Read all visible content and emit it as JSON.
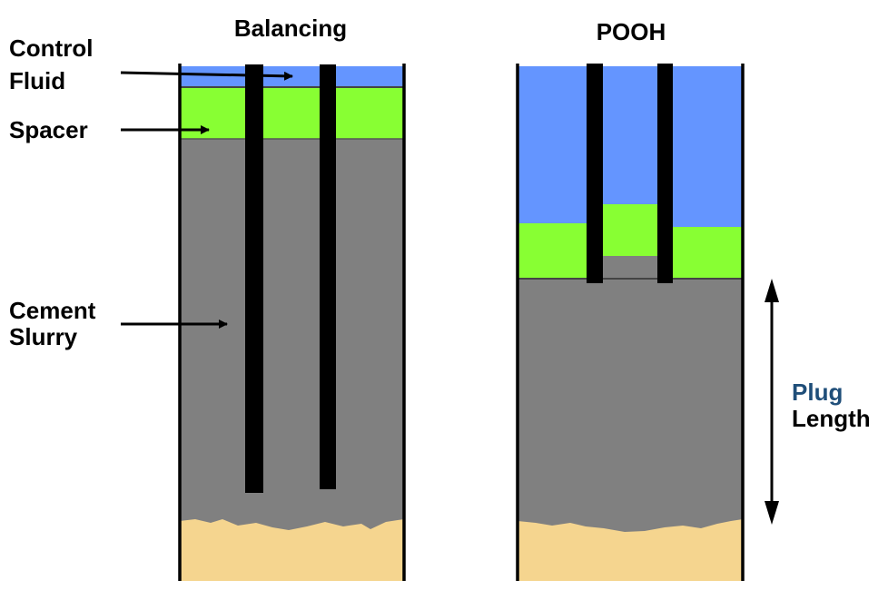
{
  "titles": {
    "balancing": "Balancing",
    "pooh": "POOH"
  },
  "labels": {
    "control_fluid_line1": "Control",
    "control_fluid_line2": "Fluid",
    "spacer": "Spacer",
    "cement_line1": "Cement",
    "cement_line2": "Slurry",
    "plug_line1": "Plug",
    "plug_line2": "Length"
  },
  "colors": {
    "control_fluid": "#6495FF",
    "spacer": "#88FF33",
    "cement": "#808080",
    "formation": "#F5D58F",
    "pipe": "#000000",
    "plug_label_accent": "#1F4E79",
    "text": "#000000"
  }
}
